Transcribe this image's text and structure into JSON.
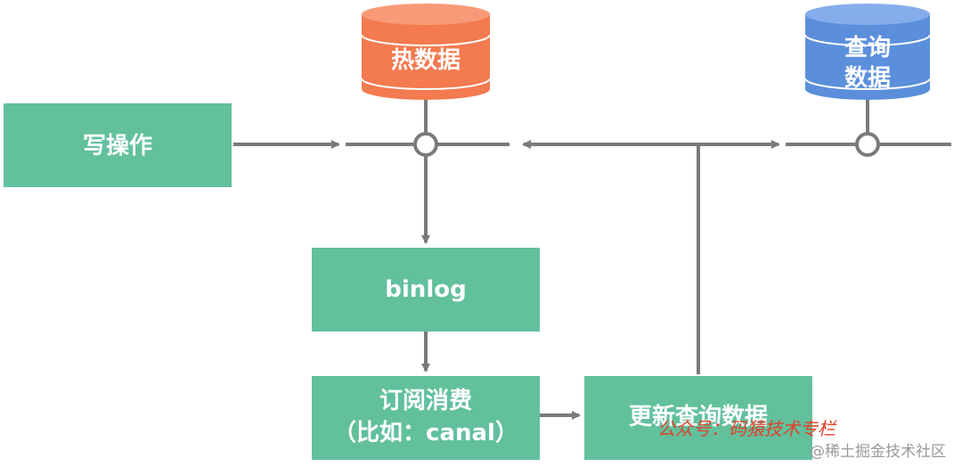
{
  "colors": {
    "process_green": "#62c09d",
    "hot_db": "#f47a4f",
    "query_db": "#5b8fdb",
    "connector": "#7a7a7a",
    "watermark_red": "#e0412a",
    "credit_grey": "#9a9a9a"
  },
  "nodes": {
    "write_op": "写操作",
    "hot_data_db": "热数据",
    "query_data_db": {
      "line1": "查询",
      "line2": "数据"
    },
    "binlog": "binlog",
    "subscribe": {
      "line1": "订阅消费",
      "line2": "（比如：canal）"
    },
    "update_query": "更新查询数据"
  },
  "watermark": {
    "text": "公众号：码猿技术专栏"
  },
  "credit": {
    "text": "@稀土掘金技术社区"
  }
}
